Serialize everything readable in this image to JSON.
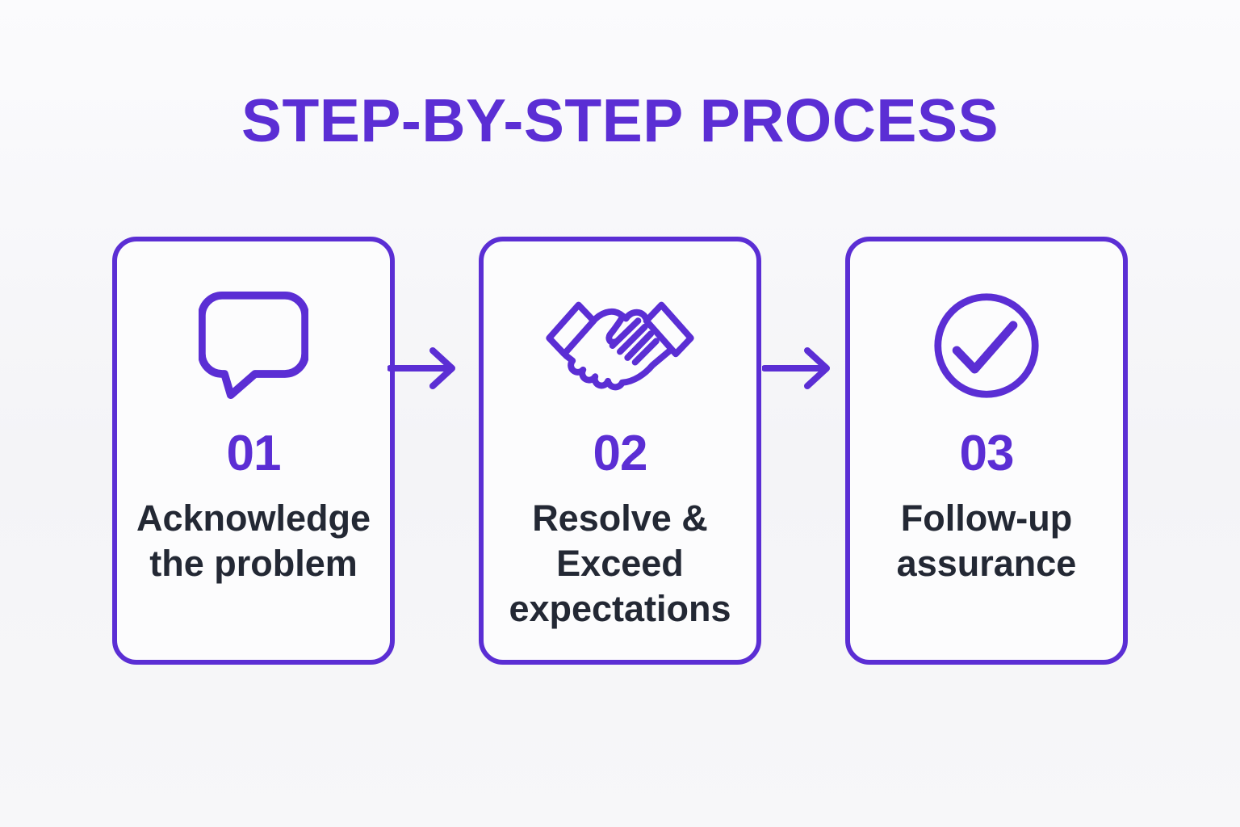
{
  "title": "STEP-BY-STEP PROCESS",
  "colors": {
    "accent": "#5b2ed4",
    "label_text": "#232834",
    "page_bg": "#f6f6f8",
    "card_bg": "#fcfcfd"
  },
  "steps": [
    {
      "number": "01",
      "label": "Acknowledge\nthe problem",
      "icon": "speech-bubble-icon"
    },
    {
      "number": "02",
      "label": "Resolve &\nExceed\nexpectations",
      "icon": "handshake-icon"
    },
    {
      "number": "03",
      "label": "Follow-up\nassurance",
      "icon": "check-circle-icon"
    }
  ],
  "connector_icon": "right-arrow-icon"
}
